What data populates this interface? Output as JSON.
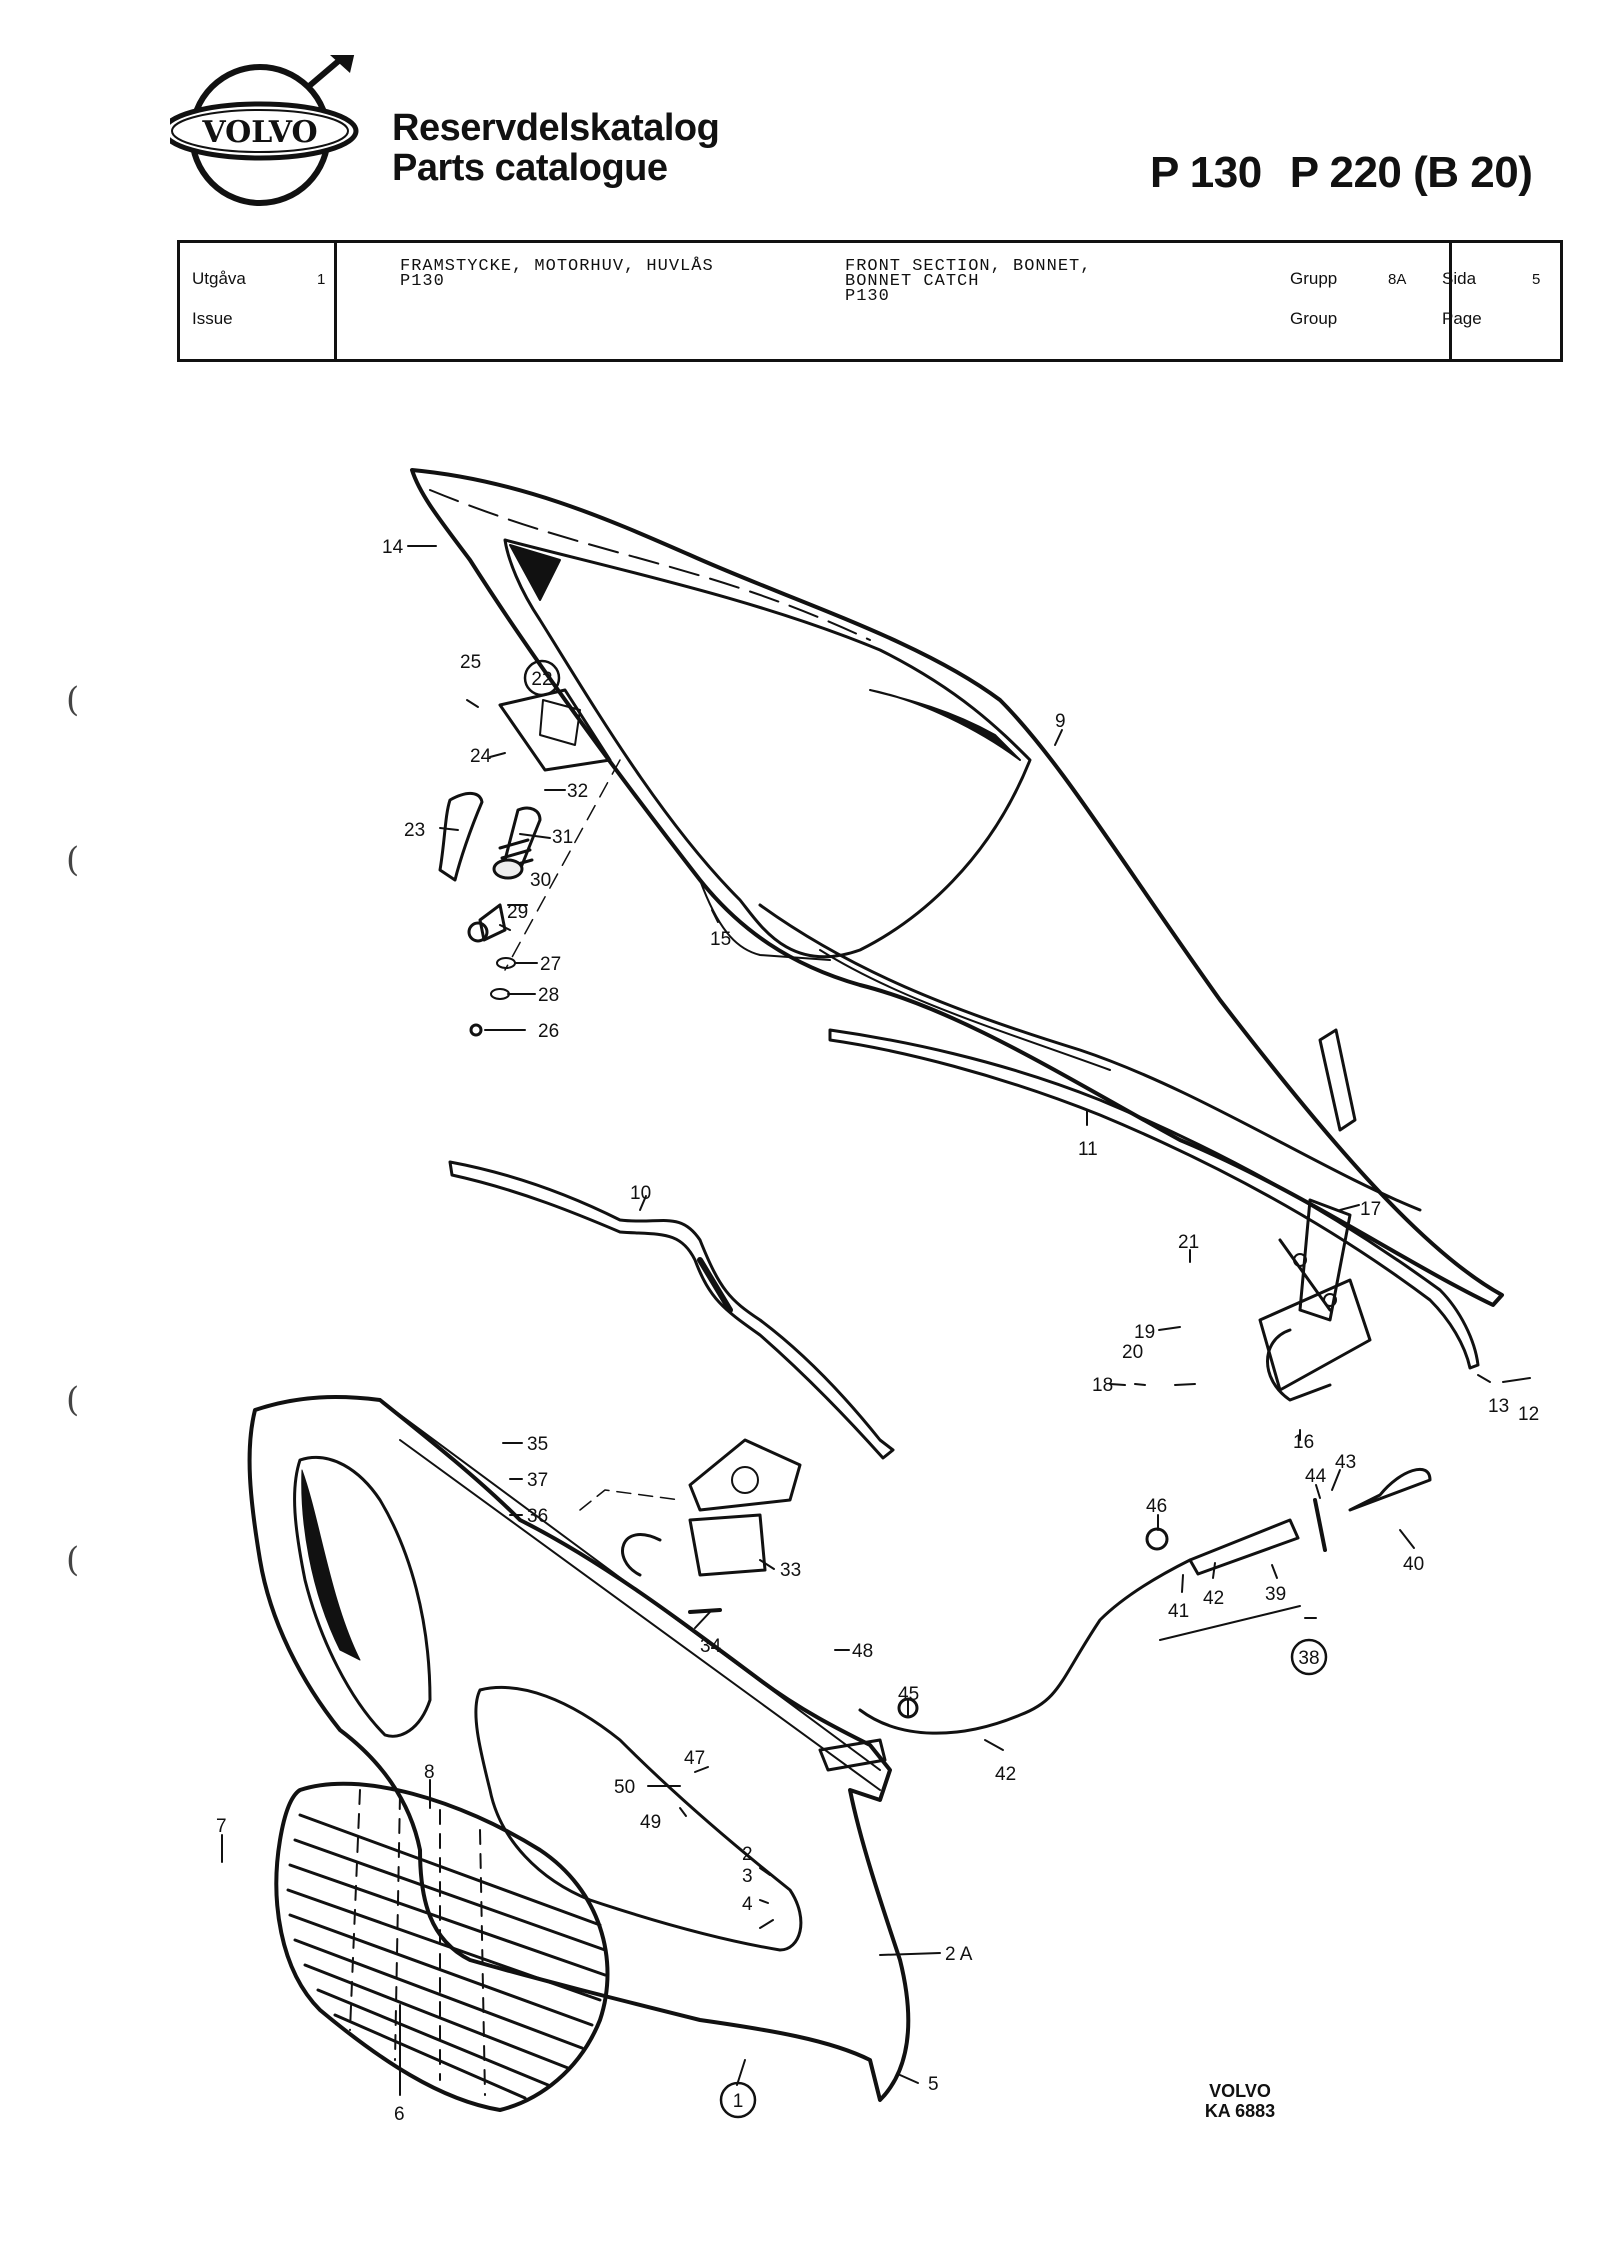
{
  "header": {
    "brand": "VOLVO",
    "title_sv": "Reservdelskatalog",
    "title_en": "Parts catalogue",
    "models": [
      "P 130",
      "P 220 (B 20)"
    ]
  },
  "info_table": {
    "issue_label_sv": "Utgåva",
    "issue_label_en": "Issue",
    "issue_value": "1",
    "desc_sv": "FRAMSTYCKE, MOTORHUV, HUVLÅS\nP130",
    "desc_en": "FRONT SECTION, BONNET,\nBONNET CATCH\nP130",
    "group_label_sv": "Grupp",
    "group_label_en": "Group",
    "group_value": "8A",
    "page_label_sv": "Sida",
    "page_label_en": "Page",
    "page_value": "5"
  },
  "callouts": [
    "1",
    "2",
    "2 A",
    "3",
    "4",
    "5",
    "6",
    "7",
    "8",
    "9",
    "10",
    "11",
    "12",
    "13",
    "14",
    "15",
    "16",
    "17",
    "18",
    "19",
    "20",
    "21",
    "22",
    "23",
    "24",
    "25",
    "26",
    "27",
    "28",
    "29",
    "30",
    "31",
    "32",
    "33",
    "34",
    "35",
    "36",
    "37",
    "38",
    "39",
    "40",
    "41",
    "42",
    "43",
    "44",
    "45",
    "46",
    "47",
    "48",
    "49",
    "50"
  ],
  "circled_callouts": [
    "1",
    "22",
    "38"
  ],
  "reference": {
    "brand": "VOLVO",
    "code": "KA 6883"
  },
  "margin_marks": [
    "(",
    "(",
    "(",
    "("
  ]
}
